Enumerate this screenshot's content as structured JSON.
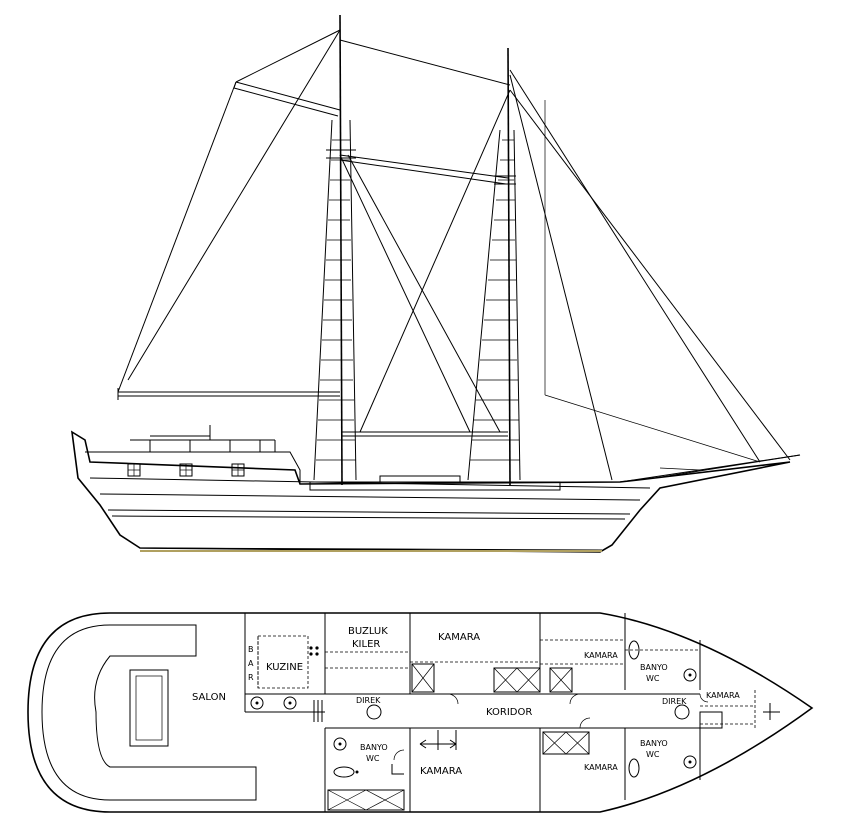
{
  "plan_labels": {
    "salon": "SALON",
    "bar": [
      "B",
      "A",
      "R"
    ],
    "kuzine": "KUZINE",
    "buzluk": "BUZLUK",
    "kiler": "KILER",
    "kamara_top": "KAMARA",
    "kamara_top_mid": "KAMARA",
    "banyo_top": "BANYO",
    "wc_top": "WC",
    "kamara_bow": "KAMARA",
    "direk_aft": "DIREK",
    "koridor": "KORIDOR",
    "direk_fwd": "DIREK",
    "banyo_bottom": "BANYO",
    "wc_bottom": "WC",
    "kamara_bottom": "KAMARA",
    "kamara_bottom_mid": "KAMARA",
    "banyo_bottom_right": "BANYO",
    "wc_bottom_right": "WC"
  },
  "colors": {
    "line": "#000000",
    "waterline": "#b0a060",
    "background": "#ffffff"
  }
}
